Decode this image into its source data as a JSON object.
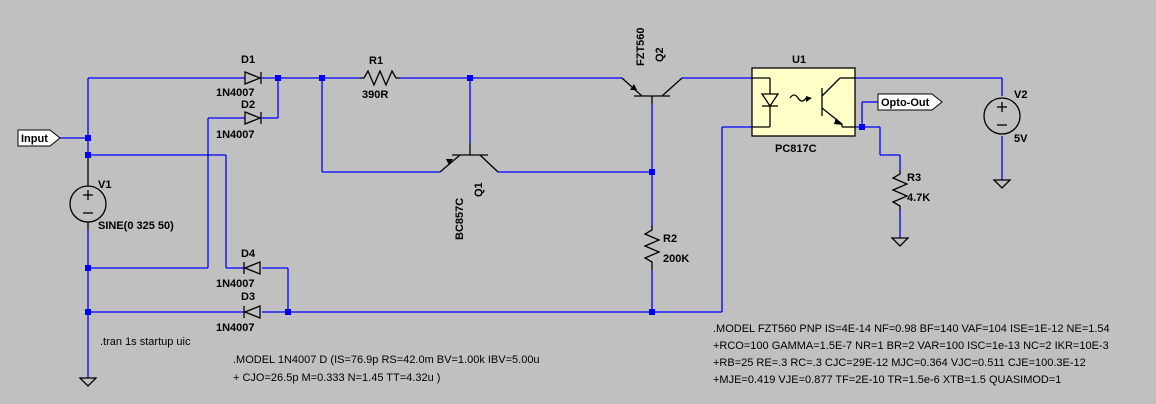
{
  "components": {
    "d1": {
      "ref": "D1",
      "value": "1N4007"
    },
    "d2": {
      "ref": "D2",
      "value": "1N4007"
    },
    "d3": {
      "ref": "D3",
      "value": "1N4007"
    },
    "d4": {
      "ref": "D4",
      "value": "1N4007"
    },
    "r1": {
      "ref": "R1",
      "value": "390R"
    },
    "r2": {
      "ref": "R2",
      "value": "200K"
    },
    "r3": {
      "ref": "R3",
      "value": "4.7K"
    },
    "q1": {
      "ref": "Q1",
      "value": "BC857C"
    },
    "q2": {
      "ref": "Q2",
      "value": "FZT560"
    },
    "u1": {
      "ref": "U1",
      "value": "PC817C"
    },
    "v1": {
      "ref": "V1",
      "value": "SINE(0 325 50)"
    },
    "v2": {
      "ref": "V2",
      "value": "5V"
    }
  },
  "net_labels": {
    "input": "Input",
    "opto_out": "Opto-Out"
  },
  "directives": {
    "tran": ".tran 1s startup uic",
    "diode_model": [
      ".MODEL 1N4007 D  (IS=76.9p RS=42.0m BV=1.00k IBV=5.00u",
      " + CJO=26.5p  M=0.333 N=1.45 TT=4.32u )"
    ],
    "pnp_model": [
      ".MODEL FZT560 PNP IS=4E-14 NF=0.98 BF=140 VAF=104 ISE=1E-12 NE=1.54",
      "+RCO=100 GAMMA=1.5E-7 NR=1 BR=2 VAR=100 ISC=1e-13 NC=2 IKR=10E-3",
      "+RB=25 RE=.3 RC=.3 CJC=29E-12 MJC=0.364 VJC=0.511 CJE=100.3E-12",
      "+MJE=0.419 VJE=0.877 TF=2E-10 TR=1.5e-6 XTB=1.5 QUASIMOD=1"
    ]
  },
  "colors": {
    "background": "#c0c0c0",
    "wire": "#0000ff",
    "component": "#000000",
    "optocoupler_body": "#ffffc8"
  }
}
